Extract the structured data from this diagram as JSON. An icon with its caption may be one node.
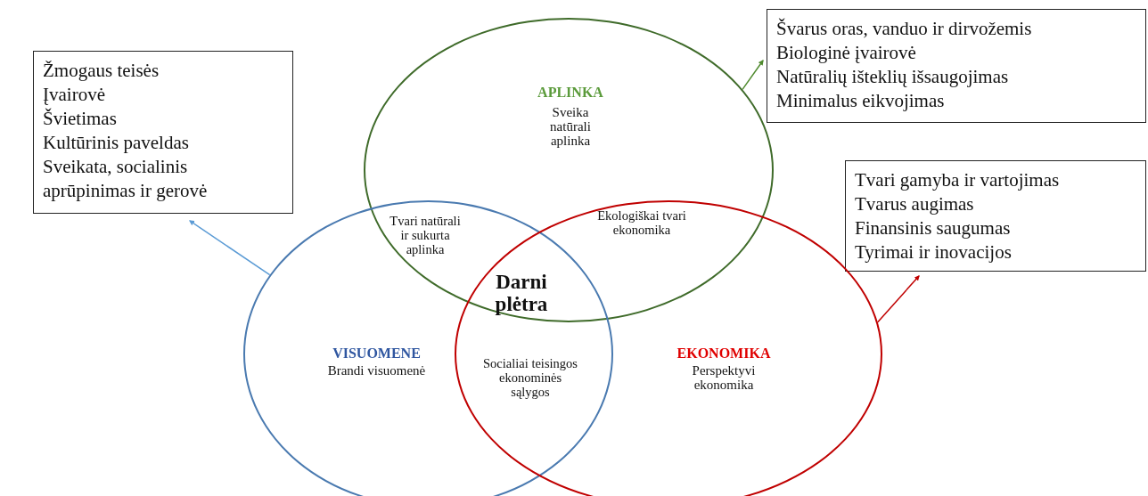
{
  "diagram": {
    "nodes": [
      {
        "text": [
          "Žmogaus teisės",
          "Įvairovė",
          "Švietimas",
          "Kultūrinis paveldas",
          "Sveikata, socialinis aprūpinimas ir gerovė"
        ]
      },
      {
        "text": [
          "Švarus oras, vanduo ir dirvožemis",
          "Biologinė įvairovė",
          "Natūralių išteklių išsaugojimas",
          "Minimalus eikvojimas"
        ]
      },
      {
        "text": [
          "Tvari gamyba ir vartojimas",
          "Tvarus augimas",
          "Finansinis saugumas",
          "Tyrimai ir inovacijos"
        ]
      },
      {
        "text": [
          "APLINKA",
          "Sveika natūrali aplinka"
        ]
      },
      {
        "text": [
          "VISUOMENE",
          "Brandi visuomenė"
        ]
      },
      {
        "text": [
          "EKONOMIKA",
          "Perspektyvi ekonomika"
        ]
      }
    ],
    "edges": [
      {
        "from": 4,
        "to": 0,
        "arrow": "to",
        "color": "#5b9bd5"
      },
      {
        "from": 3,
        "to": 1,
        "arrow": "to",
        "color": "#4f8a2e"
      },
      {
        "from": 5,
        "to": 2,
        "arrow": "to",
        "color": "#c00000"
      }
    ],
    "labels": [
      "Tvari natūrali ir sukurta aplinka",
      "Ekologiškai tvari ekonomika",
      "Darni plėtra",
      "Socialiai teisingos ekonominės sąlygos"
    ]
  }
}
